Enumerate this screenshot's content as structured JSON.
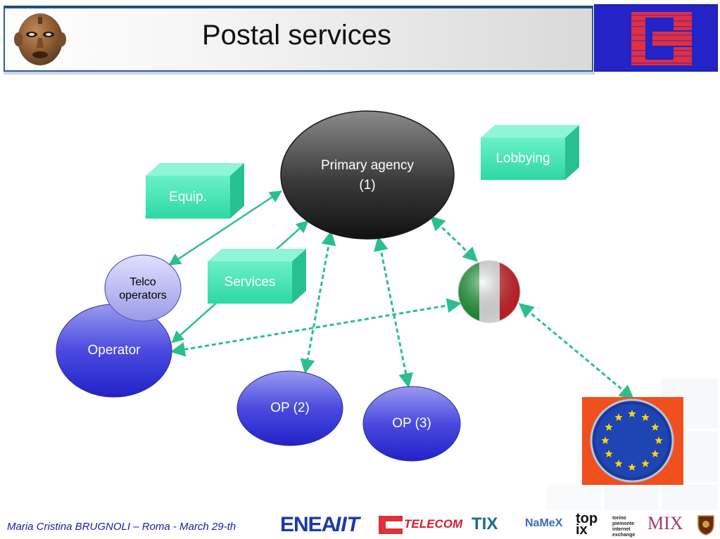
{
  "header": {
    "title": "Postal services"
  },
  "diagram": {
    "primary_agency": {
      "line1": "Primary agency",
      "line2": "(1)"
    },
    "lobbying": "Lobbying",
    "equip": "Equip.",
    "services": "Services",
    "telco": {
      "line1": "Telco",
      "line2": "operators"
    },
    "operator": "Operator",
    "op2": "OP (2)",
    "op3": "OP (3)",
    "flag": "italy-flag",
    "eu": "eu-flag"
  },
  "footer": {
    "author": "Maria Cristina BRUGNOLI – Roma - March 29-th",
    "logos": [
      "ENEA",
      "IIT",
      "TELECOM",
      "TIX",
      "NaMeX",
      "top ix",
      "torino piemonte internet exchange",
      "MIX"
    ]
  },
  "colors": {
    "header_border": "#2e5f95",
    "box_teal": "#3de2b0",
    "ellipse_blue": "#3434d8",
    "arrow": "#2bbf8e"
  }
}
